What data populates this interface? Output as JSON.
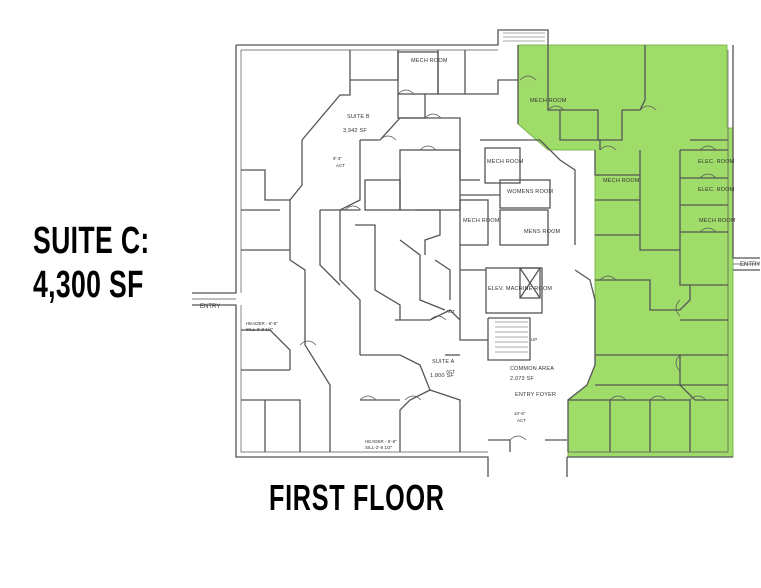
{
  "suite_c": {
    "title": "SUITE C:",
    "area": "4,300 SF"
  },
  "floor_title": "FIRST FLOOR",
  "highlight_color": "#9fdc6a",
  "labels": {
    "mech_room": "MECH ROOM",
    "mech_room_top": "MECH ROOM",
    "mech_room_left": "MECH ROOM",
    "mech_room_mid": "MECH ROOM",
    "mech_room_green1": "MECH ROOM",
    "mech_room_green2": "MECH ROOM",
    "mech_room_green3": "MECH ROOM",
    "elec_room_1": "ELEC. ROOM",
    "elec_room_2": "ELEC. ROOM",
    "womens_room": "WOMENS ROOM",
    "mens_room": "MENS ROOM",
    "elev_machine_room": "ELEV. MACHINE ROOM",
    "suite_b": "SUITE B",
    "suite_b_area": "3,942 SF",
    "suite_a": "SUITE A",
    "suite_a_area": "1,800 SF",
    "common_area": "COMMON AREA",
    "common_area_sf": "2,073 SF",
    "entry_foyer": "ENTRY FOYER",
    "entry_left": "ENTRY",
    "entry_right": "ENTRY",
    "act_1": "ACT",
    "act_2": "ACT",
    "act_3": "ACT",
    "act_4": "ACT",
    "ceiling_1": "9'-3\"",
    "ceiling_4": "10'-5\"",
    "header_1": "HEADER - 6'-8\"",
    "header_1b": "SILL-2'-8 1/2\"",
    "header_2": "HEADER - 6'-8\"",
    "header_2b": "SILL-2'-8 1/2\"",
    "up": "UP"
  }
}
